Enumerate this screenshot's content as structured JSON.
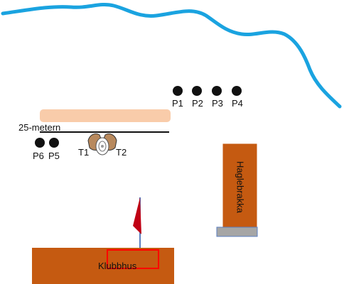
{
  "colors": {
    "river": "#1aa3e0",
    "marker": "#111111",
    "band": "#f9ccaa",
    "building": "#c55a11",
    "building_edge": "#ffffff",
    "gray": "#a6a6a6",
    "flag": "#c00014",
    "pole": "#5b7fc0",
    "highlight": "#ff0000"
  },
  "range_label": "25-metern",
  "positions": {
    "p1": "P1",
    "p2": "P2",
    "p3": "P3",
    "p4": "P4",
    "p5": "P5",
    "p6": "P6"
  },
  "targets": {
    "t1": "T1",
    "t2": "T2"
  },
  "buildings": {
    "clubhouse": "Klubbhus",
    "shotgun": "Haglebrakka"
  }
}
